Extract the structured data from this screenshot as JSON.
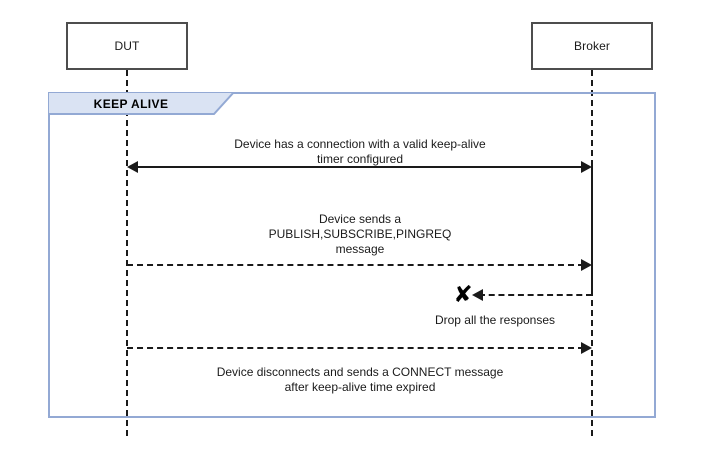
{
  "diagram": {
    "type": "sequence-diagram",
    "title": "",
    "colors": {
      "frame_border": "#93a9d4",
      "fragment_fill": "#dae3f3",
      "participant_border": "#4d4d4d",
      "line": "#1a1a1a",
      "background": "#ffffff"
    },
    "participants": [
      {
        "id": "dut",
        "label": "DUT"
      },
      {
        "id": "broker",
        "label": "Broker"
      }
    ],
    "fragment": {
      "label": "KEEP ALIVE"
    },
    "messages": [
      {
        "id": "msg-connection",
        "label": "Device has a connection with a valid keep-alive\ntimer configured",
        "style": "solid",
        "direction": "bidirectional",
        "from": "dut",
        "to": "broker"
      },
      {
        "id": "msg-publish",
        "label": "Device sends a\nPUBLISH,SUBSCRIBE,PINGREQ\nmessage",
        "style": "dashed",
        "direction": "right",
        "from": "dut",
        "to": "broker"
      },
      {
        "id": "msg-drop",
        "label": "Drop all the responses",
        "style": "dashed",
        "direction": "left",
        "from": "broker",
        "to": "dut",
        "marker": "x-drop"
      },
      {
        "id": "msg-disconnect",
        "label": "Device disconnects and sends a CONNECT message\nafter keep-alive time expired",
        "style": "dashed",
        "direction": "right",
        "from": "dut",
        "to": "broker"
      }
    ],
    "icons": {
      "drop_x": "✘"
    }
  }
}
